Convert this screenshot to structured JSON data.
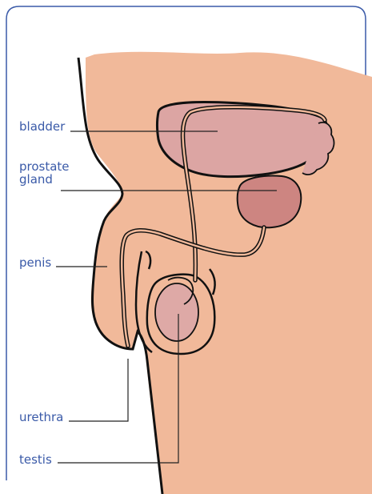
{
  "labels": {
    "bladder": "bladder",
    "prostate_line1": "prostate",
    "prostate_line2": "gland",
    "penis": "penis",
    "urethra": "urethra",
    "testis": "testis"
  },
  "colors": {
    "border": "#3a5aa8",
    "label_text": "#3a5aa8",
    "skin": "#f1b99a",
    "bladder": "#dca5a3",
    "prostate": "#cd8581",
    "testis": "#dea9a6",
    "outline": "#111111",
    "leader": "#222222"
  }
}
